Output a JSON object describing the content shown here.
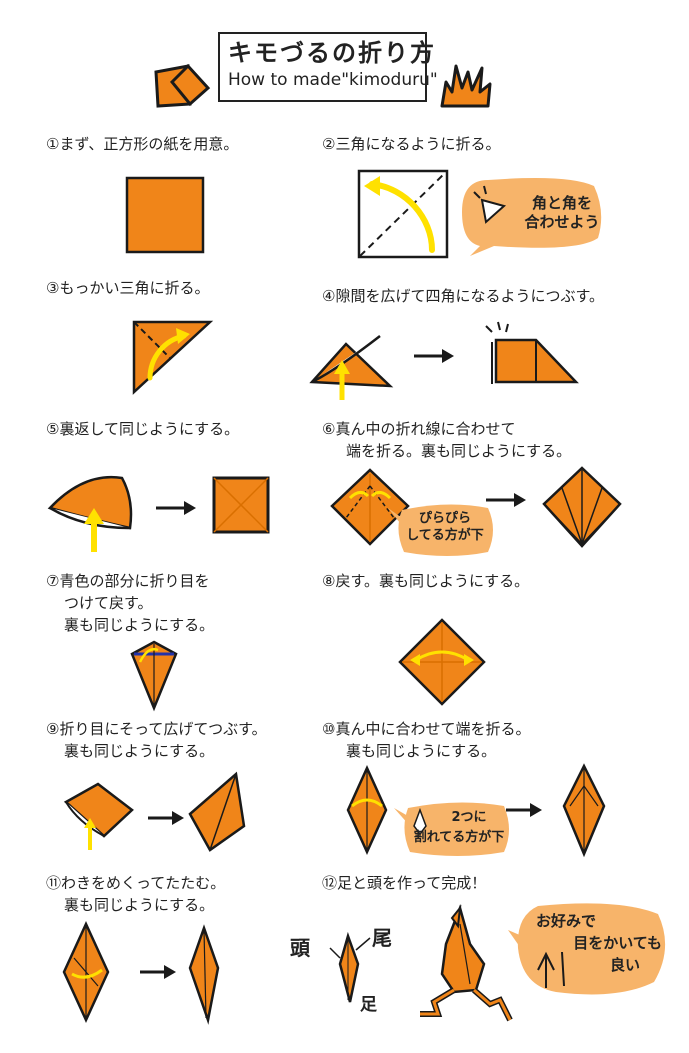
{
  "title": {
    "japanese": "キモづるの折り方",
    "english": "How to made\"kimoduru\""
  },
  "steps": [
    {
      "lines": [
        "①まず、正方形の紙を用意。"
      ]
    },
    {
      "lines": [
        "②三角になるように折る。"
      ]
    },
    {
      "lines": [
        "③もっかい三角に折る。"
      ]
    },
    {
      "lines": [
        "④隙間を広げて四角になるようにつぶす。"
      ]
    },
    {
      "lines": [
        "⑤裏返して同じようにする。"
      ]
    },
    {
      "lines": [
        "⑥真ん中の折れ線に合わせて",
        "端を折る。裏も同じようにする。"
      ]
    },
    {
      "lines": [
        "⑦青色の部分に折り目を",
        "つけて戻す。",
        "裏も同じようにする。"
      ]
    },
    {
      "lines": [
        "⑧戻す。裏も同じようにする。"
      ]
    },
    {
      "lines": [
        "⑨折り目にそって広げてつぶす。",
        "裏も同じようにする。"
      ]
    },
    {
      "lines": [
        "⑩真ん中に合わせて端を折る。",
        "裏も同じようにする。"
      ]
    },
    {
      "lines": [
        "⑪わきをめくってたたむ。",
        "裏も同じようにする。"
      ]
    },
    {
      "lines": [
        "⑫足と頭を作って完成！"
      ]
    }
  ],
  "bubbles": {
    "step2": [
      "角と角を",
      "合わせよう"
    ],
    "step6": [
      "ぴらぴら",
      "してる方が下"
    ],
    "step10": [
      "2つに",
      "割れてる方が下"
    ],
    "final": [
      "お好みで",
      "目をかいても",
      "良い"
    ]
  },
  "labels": {
    "head": "頭",
    "tail": "尾",
    "leg": "足"
  },
  "colors": {
    "orange": "#f08519",
    "dark_orange": "#d96f00",
    "bubble": "#f7b46a",
    "yellow": "#ffe100",
    "outline": "#1a1a1a",
    "blue": "#2233aa"
  }
}
